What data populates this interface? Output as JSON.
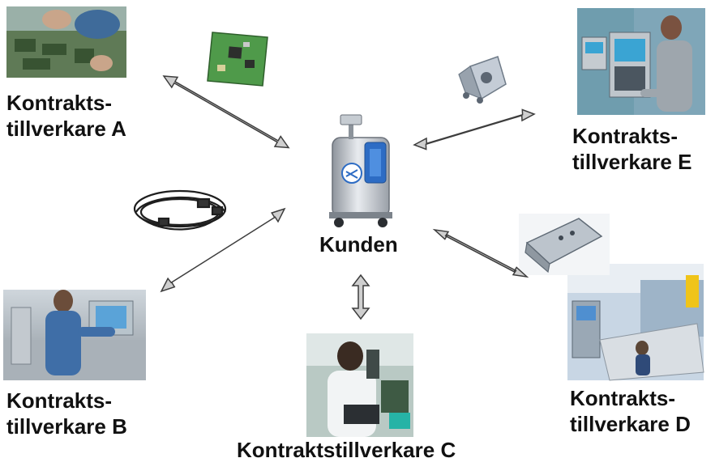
{
  "center": {
    "label": "Kunden"
  },
  "nodes": [
    {
      "id": "A",
      "line1": "Kontrakts-",
      "line2": "tillverkare A"
    },
    {
      "id": "B",
      "line1": "Kontrakts-",
      "line2": "tillverkare B"
    },
    {
      "id": "C",
      "line1": "Kontraktstillverkare C"
    },
    {
      "id": "D",
      "line1": "Kontrakts-",
      "line2": "tillverkare D"
    },
    {
      "id": "E",
      "line1": "Kontrakts-",
      "line2": "tillverkare E"
    }
  ]
}
